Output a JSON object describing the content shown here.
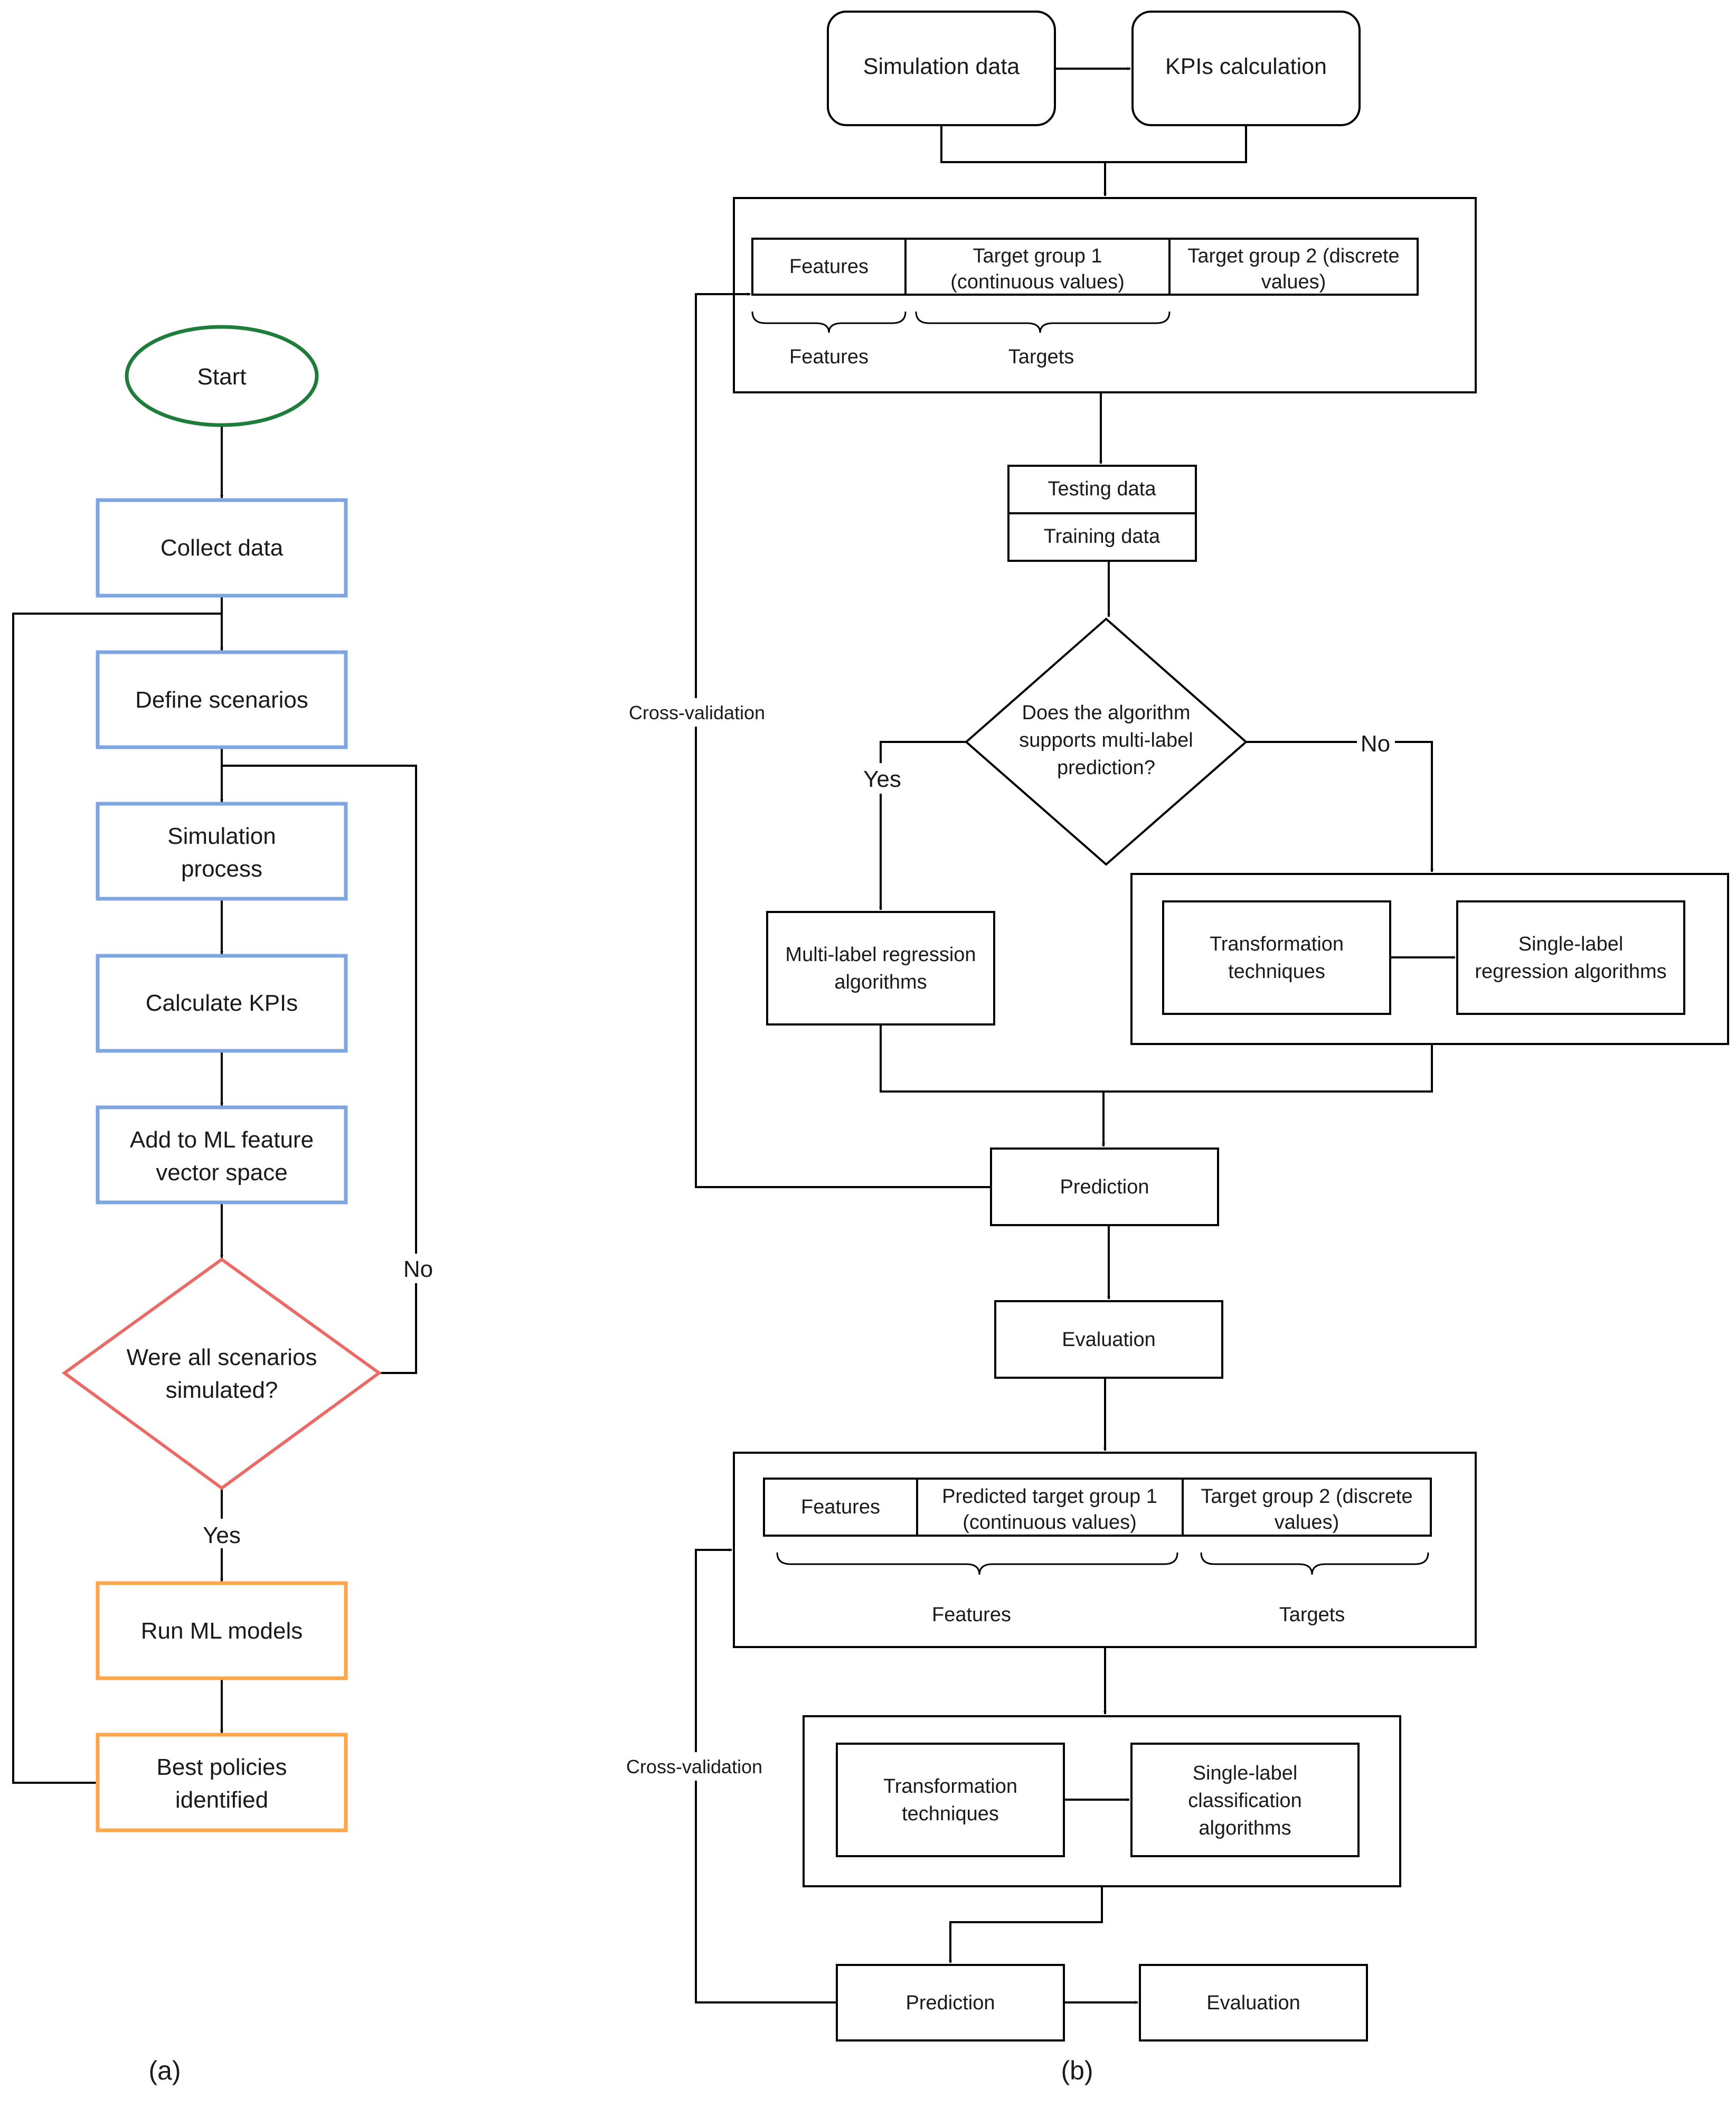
{
  "panel_a": {
    "caption": "(a)",
    "start": "Start",
    "collect_data": "Collect data",
    "define_scenarios": "Define scenarios",
    "simulation_process": [
      "Simulation",
      "process"
    ],
    "calculate_kpis": "Calculate KPIs",
    "add_feature": [
      "Add to ML feature",
      "vector space"
    ],
    "decision": [
      "Were all scenarios",
      "simulated?"
    ],
    "no_label": "No",
    "yes_label": "Yes",
    "run_ml": "Run ML models",
    "best_policies": [
      "Best policies",
      "identified"
    ]
  },
  "panel_b": {
    "caption": "(b)",
    "simulation_data": "Simulation data",
    "kpis_calculation": "KPIs calculation",
    "table1": {
      "features": "Features",
      "target1": [
        "Target group 1",
        "(continuous values)"
      ],
      "target2": [
        "Target group 2 (discrete",
        "values)"
      ],
      "brace_features": "Features",
      "brace_targets": "Targets"
    },
    "testing_data": "Testing data",
    "training_data": "Training data",
    "cross_validation_1": "Cross-validation",
    "decision": [
      "Does the algorithm",
      "supports multi-label",
      "prediction?"
    ],
    "yes_label": "Yes",
    "no_label": "No",
    "multi_label": [
      "Multi-label regression",
      "algorithms"
    ],
    "transformation_1": [
      "Transformation",
      "techniques"
    ],
    "single_label_regression": [
      "Single-label",
      "regression algorithms"
    ],
    "prediction_1": "Prediction",
    "evaluation_1": "Evaluation",
    "table2": {
      "features": "Features",
      "target1": [
        "Predicted target group 1",
        "(continuous values)"
      ],
      "target2": [
        "Target group 2 (discrete",
        "values)"
      ],
      "brace_features": "Features",
      "brace_targets": "Targets"
    },
    "cross_validation_2": "Cross-validation",
    "transformation_2": [
      "Transformation",
      "techniques"
    ],
    "single_label_classification": [
      "Single-label",
      "classification",
      "algorithms"
    ],
    "prediction_2": "Prediction",
    "evaluation_2": "Evaluation"
  }
}
